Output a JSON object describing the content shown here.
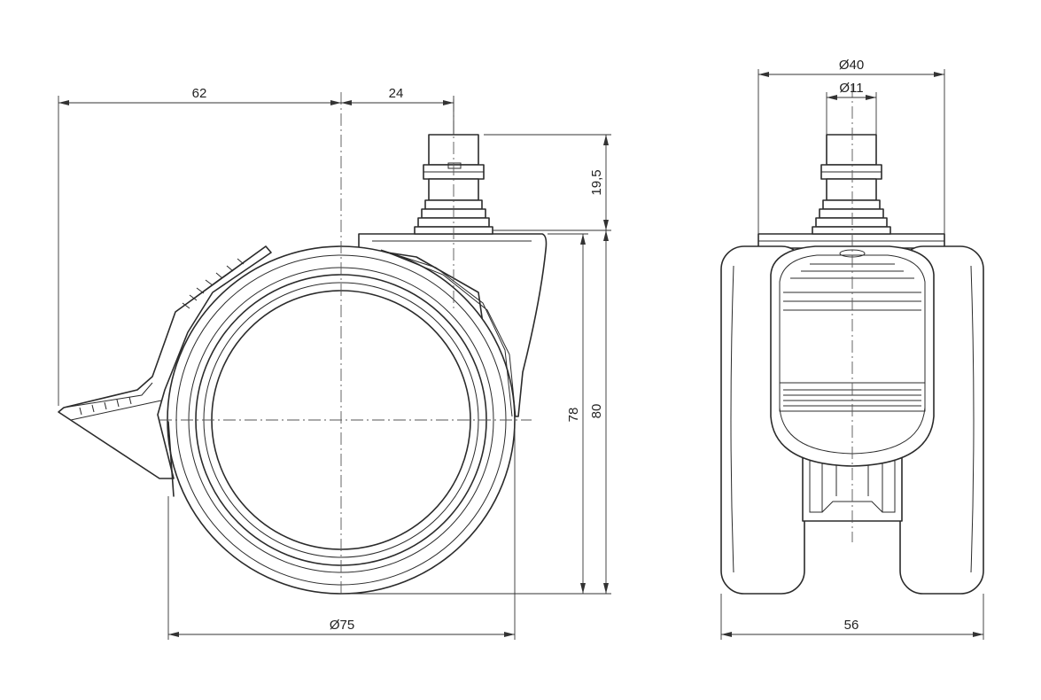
{
  "dimensions": {
    "overall_depth": "62",
    "stem_offset": "24",
    "stem_height": "19,5",
    "wheel_diameter": "Ø75",
    "body_height": "78",
    "total_height": "80",
    "top_plate_diameter": "Ø40",
    "stem_diameter": "Ø11",
    "overall_width": "56"
  }
}
